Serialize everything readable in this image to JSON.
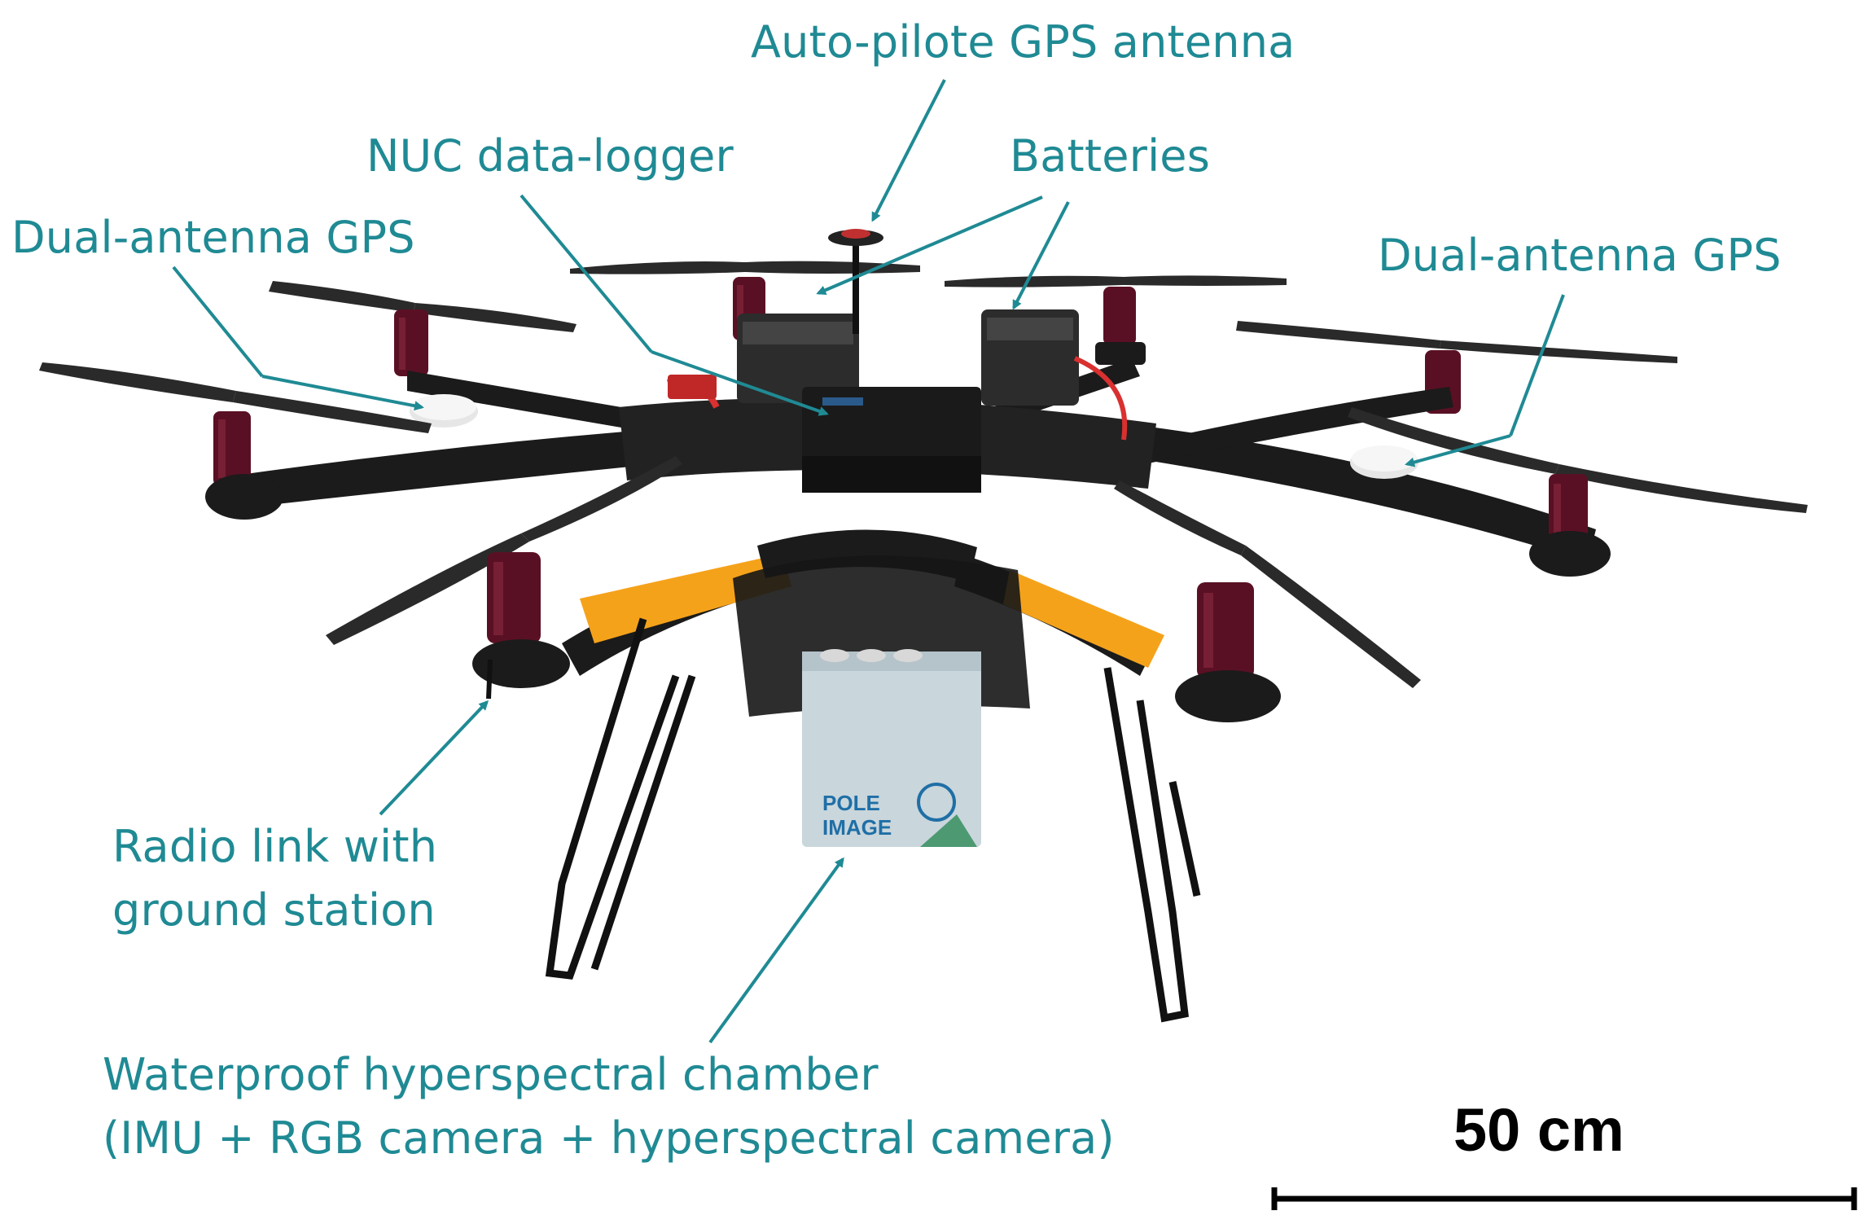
{
  "labels": {
    "autopilot_gps": "Auto-pilote GPS antenna",
    "nuc_logger": "NUC data-logger",
    "batteries": "Batteries",
    "dual_gps_left": "Dual-antenna GPS",
    "dual_gps_right": "Dual-antenna GPS",
    "radio_line1": "Radio link with",
    "radio_line2": "ground station",
    "chamber_line1": "Waterproof hyperspectral chamber",
    "chamber_line2": "(IMU + RGB camera + hyperspectral camera)"
  },
  "scale_bar": {
    "label": "50 cm"
  },
  "payload_brand": {
    "line1": "POLE",
    "line2": "IMAGE"
  },
  "colors": {
    "annotation": "#1f8a94",
    "frame": "#1b1b1b",
    "motor": "#5a1024",
    "orange_arm": "#f5a21b",
    "payload_box": "#c9d6dc"
  }
}
